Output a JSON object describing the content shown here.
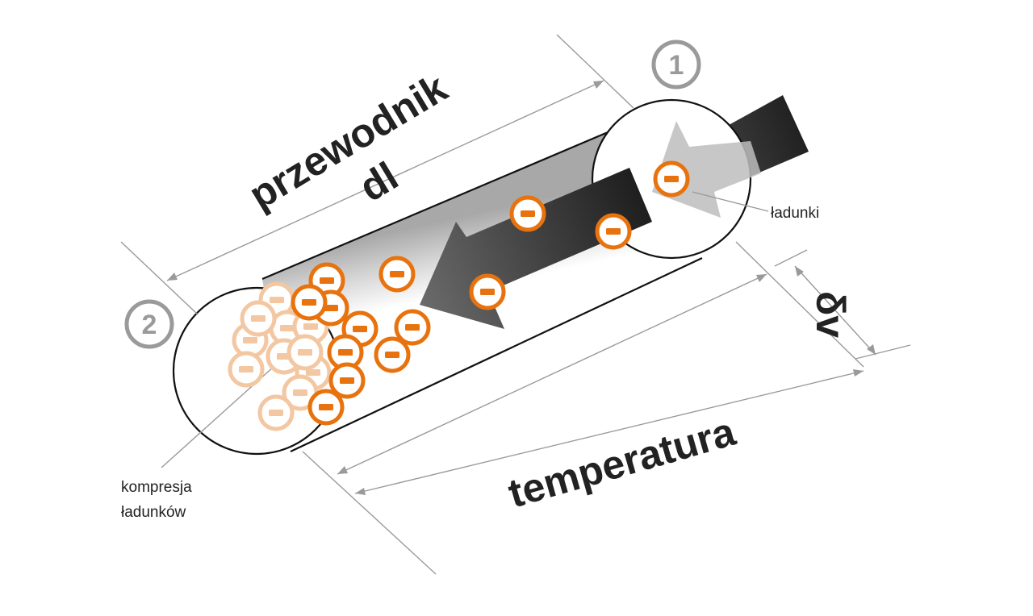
{
  "labels": {
    "conductor": "przewodnik",
    "length": "dl",
    "charges": "ładunki",
    "compression_line1": "kompresja",
    "compression_line2": "ładunków",
    "temperature": "temperatura",
    "delta_v": "δv",
    "marker_1": "1",
    "marker_2": "2"
  },
  "charge_symbol": "negative",
  "colors": {
    "charge_orange": "#e8730e",
    "charge_faded": "#f3c7a1",
    "arrow_dark": "#2a2a2a",
    "dimension_gray": "#9a9a9a",
    "outline": "#111111"
  }
}
